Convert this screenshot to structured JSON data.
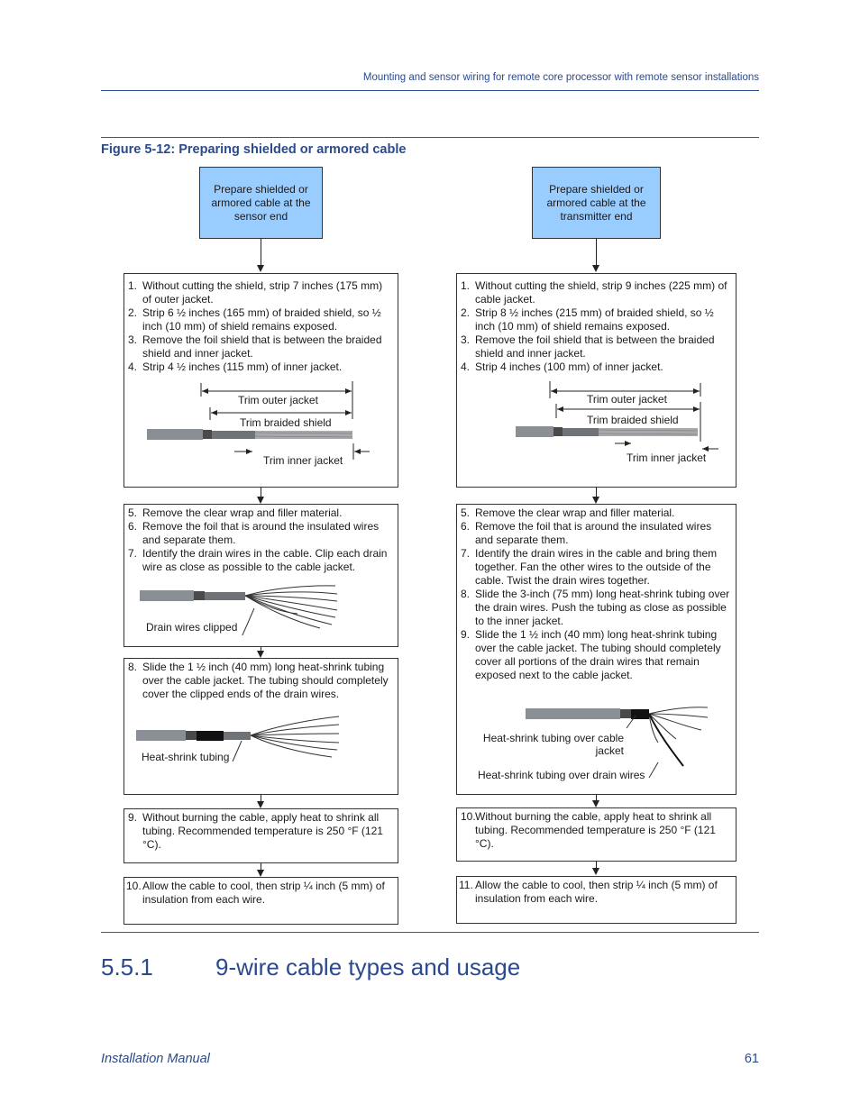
{
  "header": {
    "running_head": "Mounting and sensor wiring for remote core processor with remote sensor installations"
  },
  "figure": {
    "title": "Figure 5-12:  Preparing shielded or armored cable"
  },
  "left": {
    "start": "Prepare shielded or armored cable at the sensor end",
    "box1": {
      "items": [
        {
          "num": "1.",
          "text": "Without cutting the shield, strip 7 inches (175 mm) of outer jacket."
        },
        {
          "num": "2.",
          "text": "Strip 6 ½ inches (165 mm) of braided  shield, so ½ inch (10 mm) of shield remains exposed."
        },
        {
          "num": "3.",
          "text": "Remove the foil shield that is between the braided shield and inner jacket."
        },
        {
          "num": "4.",
          "text": "Strip 4 ½ inches (115 mm) of inner jacket."
        }
      ],
      "labels": {
        "outer": "Trim outer jacket",
        "braided": "Trim braided shield",
        "inner": "Trim inner jacket"
      }
    },
    "box2": {
      "items": [
        {
          "num": "5.",
          "text": "Remove the clear wrap and filler material."
        },
        {
          "num": "6.",
          "text": "Remove the foil that is around the insulated wires and separate them."
        },
        {
          "num": "7.",
          "text": "Identify the drain wires in the cable. Clip each drain wire as close as possible to the cable jacket."
        }
      ],
      "label": "Drain wires clipped"
    },
    "box3": {
      "items": [
        {
          "num": "8.",
          "text": "Slide the 1 ½ inch (40 mm) long heat-shrink tubing over the cable jacket. The tubing should completely cover the clipped ends of the drain wires."
        }
      ],
      "label": "Heat-shrink tubing"
    },
    "box4": {
      "items": [
        {
          "num": "9.",
          "text": "Without burning the cable, apply heat to shrink all tubing. Recommended temperature is 250 °F (121 °C)."
        }
      ]
    },
    "box5": {
      "items": [
        {
          "num": "10.",
          "text": "Allow the cable to cool, then strip ¼ inch (5 mm) of insulation from each wire."
        }
      ]
    }
  },
  "right": {
    "start": "Prepare shielded or armored cable at the transmitter end",
    "box1": {
      "items": [
        {
          "num": "1.",
          "text": "Without cutting the shield, strip 9 inches (225 mm) of cable jacket."
        },
        {
          "num": "2.",
          "text": "Strip 8 ½ inches (215 mm) of braided  shield, so ½ inch (10 mm) of shield remains exposed."
        },
        {
          "num": "3.",
          "text": "Remove the foil shield that is between the braided shield and inner jacket."
        },
        {
          "num": "4.",
          "text": "Strip 4 inches (100 mm) of inner jacket."
        }
      ],
      "labels": {
        "outer": "Trim outer jacket",
        "braided": "Trim braided shield",
        "inner": "Trim inner jacket"
      }
    },
    "box2": {
      "items": [
        {
          "num": "5.",
          "text": "Remove the clear wrap and filler material."
        },
        {
          "num": "6.",
          "text": "Remove the foil that is around the insulated wires and separate them."
        },
        {
          "num": "7.",
          "text": "Identify the drain wires in the cable and bring them together. Fan the other wires to the outside of the cable. Twist the drain wires together."
        },
        {
          "num": "8.",
          "text": "Slide the 3-inch (75 mm) long heat-shrink tubing over the drain wires. Push the tubing as close as possible to the inner jacket."
        },
        {
          "num": "9.",
          "text": "Slide the 1 ½ inch (40 mm) long heat-shrink tubing over the cable jacket. The tubing should completely cover all portions of the drain wires that remain exposed next to the cable jacket."
        }
      ],
      "label_cable": "Heat-shrink tubing over cable jacket",
      "label_drain": "Heat-shrink tubing over drain wires"
    },
    "box3": {
      "items": [
        {
          "num": "10.",
          "text": "Without burning the cable, apply heat to shrink all tubing. Recommended temperature is 250 °F (121 °C)."
        }
      ]
    },
    "box4": {
      "items": [
        {
          "num": "11.",
          "text": "Allow the cable to cool, then strip ¼ inch (5 mm) of insulation from each wire."
        }
      ]
    }
  },
  "section": {
    "number": "5.5.1",
    "title": "9-wire cable types and usage"
  },
  "footer": {
    "left": "Installation Manual",
    "page": "61"
  }
}
